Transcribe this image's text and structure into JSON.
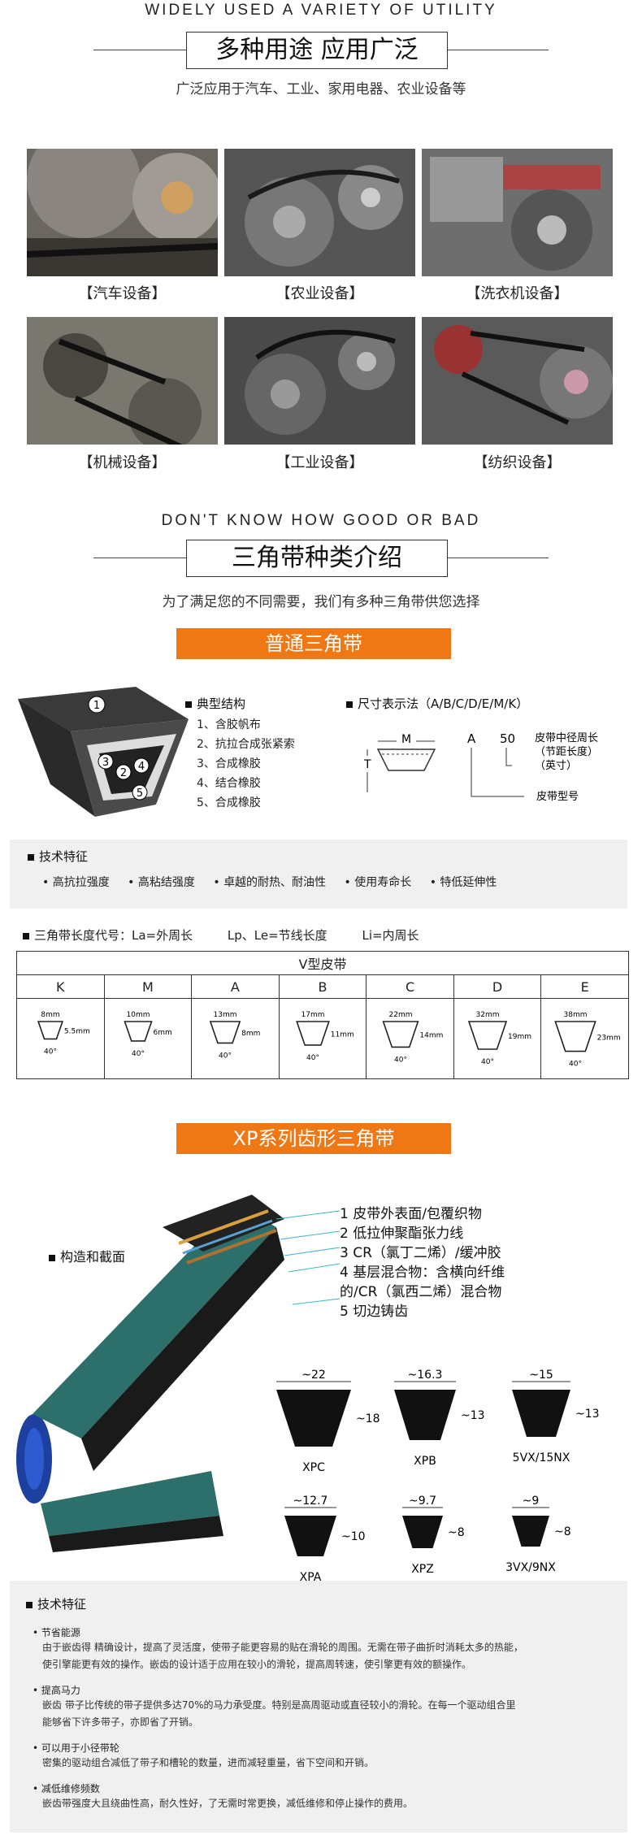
{
  "section1": {
    "eng": "WIDELY USED A VARIETY OF UTILITY",
    "title": "多种用途 应用广泛",
    "subtitle": "广泛应用于汽车、工业、家用电器、农业设备等",
    "photos": [
      {
        "caption": "【汽车设备】"
      },
      {
        "caption": "【农业设备】"
      },
      {
        "caption": "【洗衣机设备】"
      },
      {
        "caption": "【机械设备】"
      },
      {
        "caption": "【工业设备】"
      },
      {
        "caption": "【纺织设备】"
      }
    ]
  },
  "section2": {
    "eng": "DON'T KNOW HOW GOOD OR BAD",
    "title": "三角带种类介绍",
    "subtitle": "为了满足您的不同需要，我们有多种三角带供您选择"
  },
  "normal": {
    "banner": "普通三角带",
    "structure_title": "典型结构",
    "structure_items": [
      "1、含胶帆布",
      "2、抗拉合成张紧索",
      "3、合成橡胶",
      "4、结合橡胶",
      "5、合成橡胶"
    ],
    "callouts": [
      "1",
      "3",
      "2",
      "4",
      "5"
    ],
    "size_title": "尺寸表示法（A/B/C/D/E/M/K）",
    "size_M": "M",
    "size_T": "T",
    "size_A": "A",
    "size_50": "50",
    "size_note1": "皮带中径周长",
    "size_note2": "（节距长度）",
    "size_note3": "（英寸）",
    "size_note4": "皮带型号",
    "tech_title": "技术特征",
    "tech_items": [
      "高抗拉强度",
      "高粘结强度",
      "卓越的耐热、耐油性",
      "使用寿命长",
      "特低延伸性"
    ],
    "length_code": "三角带长度代号：La=外周长",
    "length_lp": "Lp、Le=节线长度",
    "length_li": "Li=内周长",
    "table_title": "V型皮带",
    "types": [
      {
        "name": "K",
        "w": "8mm",
        "h": "5.5mm"
      },
      {
        "name": "M",
        "w": "10mm",
        "h": "6mm"
      },
      {
        "name": "A",
        "w": "13mm",
        "h": "8mm"
      },
      {
        "name": "B",
        "w": "17mm",
        "h": "11mm"
      },
      {
        "name": "C",
        "w": "22mm",
        "h": "14mm"
      },
      {
        "name": "D",
        "w": "32mm",
        "h": "19mm"
      },
      {
        "name": "E",
        "w": "38mm",
        "h": "23mm"
      }
    ],
    "angle": "40°"
  },
  "xp": {
    "banner": "XP系列齿形三角带",
    "construct_title": "构造和截面",
    "layers": [
      "1 皮带外表面/包覆织物",
      "2 低拉伸聚酯张力线",
      "3 CR（氯丁二烯）/缓冲胶",
      "4 基层混合物：含横向纤维",
      "的/CR（氯西二烯）混合物",
      "5 切边铸齿"
    ],
    "profiles": [
      {
        "name": "XPC",
        "w": "~22",
        "h": "~18"
      },
      {
        "name": "XPB",
        "w": "~16.3",
        "h": "~13"
      },
      {
        "name": "5VX/15NX",
        "w": "~15",
        "h": "~13"
      },
      {
        "name": "XPA",
        "w": "~12.7",
        "h": "~10"
      },
      {
        "name": "XPZ",
        "w": "~9.7",
        "h": "~8"
      },
      {
        "name": "3VX/9NX",
        "w": "~9",
        "h": "~8"
      }
    ],
    "tech_title": "技术特征",
    "features": [
      {
        "title": "节省能源",
        "desc1": "由于嵌齿得 精确设计，提高了灵活度，使带子能更容易的贴在滑轮的周围。无需在带子曲折时消耗太多的热能，",
        "desc2": "使引擎能更有效的操作。嵌齿的设计适于应用在较小的滑轮，提高周转速，使引擎更有效的额操作。"
      },
      {
        "title": "提高马力",
        "desc1": "嵌齿 带子比传统的带子提供多达70%的马力承受度。特别是高周驱动或直径较小的滑轮。在每一个驱动组合里",
        "desc2": "能够省下许多带子，亦即省了开销。"
      },
      {
        "title": "可以用于小径带轮",
        "desc1": "密集的驱动组合减低了带子和槽轮的数量，进而减轻重量，省下空间和开销。",
        "desc2": ""
      },
      {
        "title": "减低维修频数",
        "desc1": "嵌齿带强度大且绕曲性高，耐久性好，了无需时常更换，减低维修和停止操作的费用。",
        "desc2": ""
      }
    ]
  }
}
